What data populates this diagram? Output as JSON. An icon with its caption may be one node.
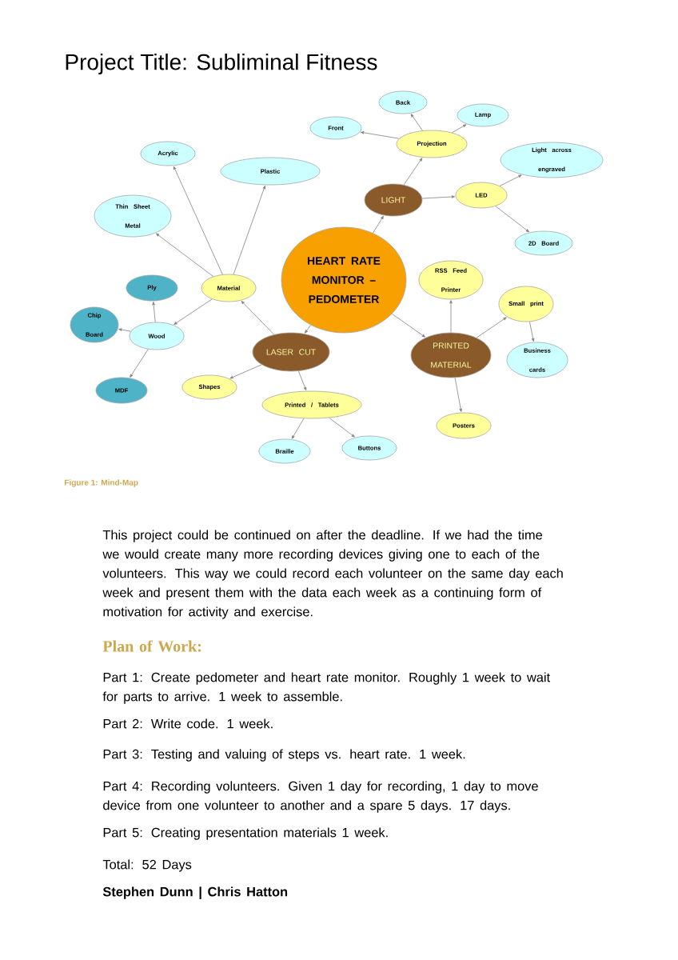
{
  "diagram": {
    "title": "Project Title: Subliminal Fitness",
    "caption": "Figure 1: Mind-Map",
    "nodes": [
      {
        "text": [
          "HEART RATE MONITOR – PEDOMETER"
        ]
      },
      {
        "text": [
          "LIGHT"
        ]
      },
      {
        "text": [
          "Projection"
        ]
      },
      {
        "text": [
          "Front"
        ]
      },
      {
        "text": [
          "Back"
        ]
      },
      {
        "text": [
          "Lamp"
        ]
      },
      {
        "text": [
          "LED"
        ]
      },
      {
        "text": [
          "Light across engraved"
        ]
      },
      {
        "text": [
          "2D Board"
        ]
      },
      {
        "text": [
          "PRINTED MATERIAL"
        ]
      },
      {
        "text": [
          "RSS Feed Printer"
        ]
      },
      {
        "text": [
          "Small print"
        ]
      },
      {
        "text": [
          "Business cards"
        ]
      },
      {
        "text": [
          "Posters"
        ]
      },
      {
        "text": [
          "LASER CUT"
        ]
      },
      {
        "text": [
          "Material"
        ]
      },
      {
        "text": [
          "Acrylic"
        ]
      },
      {
        "text": [
          "Plastic"
        ]
      },
      {
        "text": [
          "Thin Sheet Metal"
        ]
      },
      {
        "text": [
          "Wood"
        ]
      },
      {
        "text": [
          "Ply"
        ]
      },
      {
        "text": [
          "Chip Board"
        ]
      },
      {
        "text": [
          "MDF"
        ]
      },
      {
        "text": [
          "Shapes"
        ]
      },
      {
        "text": [
          "Printed / Tablets"
        ]
      },
      {
        "text": [
          "Braille"
        ]
      },
      {
        "text": [
          "Buttons"
        ]
      }
    ],
    "edges": [
      {
        "from": 0,
        "to": 1,
        "arrow": "to"
      },
      {
        "from": 1,
        "to": 2,
        "arrow": "to"
      },
      {
        "from": 2,
        "to": 3,
        "arrow": "to"
      },
      {
        "from": 2,
        "to": 4,
        "arrow": "to"
      },
      {
        "from": 2,
        "to": 5,
        "arrow": "to"
      },
      {
        "from": 1,
        "to": 6,
        "arrow": "to"
      },
      {
        "from": 6,
        "to": 7,
        "arrow": "to"
      },
      {
        "from": 6,
        "to": 8,
        "arrow": "to"
      },
      {
        "from": 0,
        "to": 9,
        "arrow": "to"
      },
      {
        "from": 9,
        "to": 10,
        "arrow": "to"
      },
      {
        "from": 9,
        "to": 11,
        "arrow": "to"
      },
      {
        "from": 11,
        "to": 12,
        "arrow": "to"
      },
      {
        "from": 9,
        "to": 13,
        "arrow": "to"
      },
      {
        "from": 0,
        "to": 14,
        "arrow": "to"
      },
      {
        "from": 14,
        "to": 15,
        "arrow": "to"
      },
      {
        "from": 15,
        "to": 16,
        "arrow": "to"
      },
      {
        "from": 15,
        "to": 17,
        "arrow": "to"
      },
      {
        "from": 15,
        "to": 18,
        "arrow": "to"
      },
      {
        "from": 15,
        "to": 19,
        "arrow": "to"
      },
      {
        "from": 19,
        "to": 20,
        "arrow": "to"
      },
      {
        "from": 19,
        "to": 21,
        "arrow": "to"
      },
      {
        "from": 19,
        "to": 22,
        "arrow": "to"
      },
      {
        "from": 14,
        "to": 23,
        "arrow": "to"
      },
      {
        "from": 14,
        "to": 24,
        "arrow": "to"
      },
      {
        "from": 24,
        "to": 25,
        "arrow": "to"
      },
      {
        "from": 24,
        "to": 26,
        "arrow": "to"
      }
    ],
    "labels": [
      "This project could be continued on after the deadline. If we had the time we would create many more recording devices giving one to each of the volunteers. This way we could record each volunteer on the same day each week and present them with the data each week as a continuing form of motivation for activity and exercise.",
      "Plan of Work:",
      "Part 1: Create pedometer and heart rate monitor. Roughly 1 week to wait for parts to arrive. 1 week to assemble.",
      "Part 2: Write code. 1 week.",
      "Part 3: Testing and valuing of steps vs. heart rate. 1 week.",
      "Part 4: Recording volunteers. Given 1 day for recording, 1 day to move device from one volunteer to another and a spare 5 days. 17 days.",
      "Part 5: Creating presentation materials 1 week.",
      "Total: 52 Days",
      "Stephen Dunn | Chris Hatton"
    ]
  }
}
